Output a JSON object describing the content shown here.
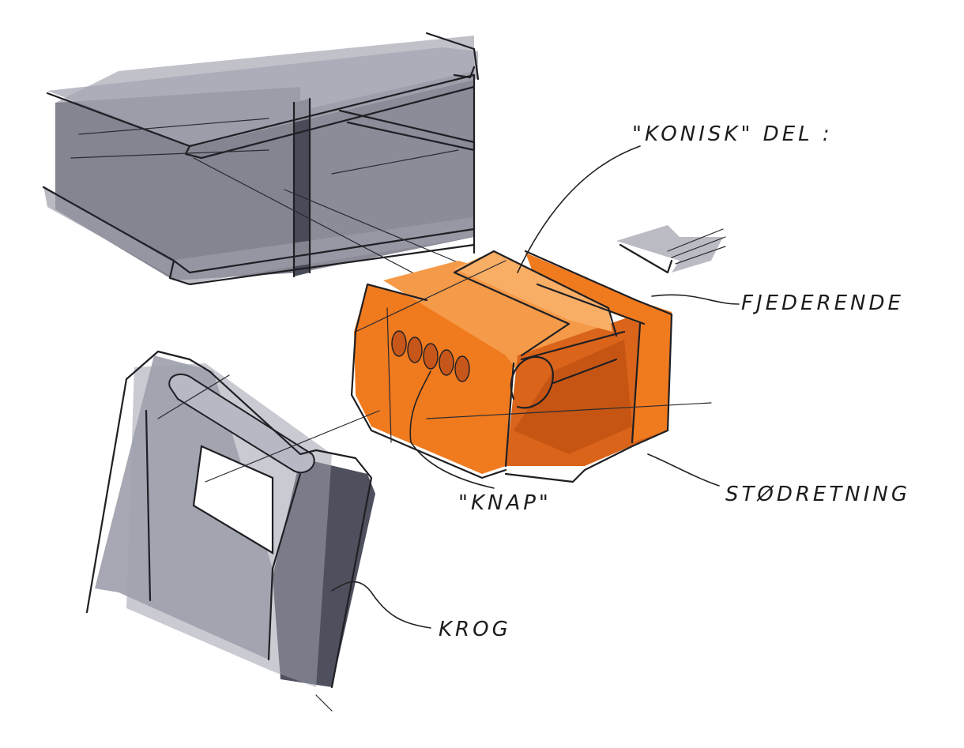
{
  "labels": {
    "konisk_del": "\"KONISK\" DEL :",
    "fjederende": "FJEDERENDE",
    "stoedretning": "STØDRETNING",
    "knap": "\"KNAP\"",
    "krog": "KROG"
  },
  "colors": {
    "background": "#ffffff",
    "profile_gray": "#6f707e",
    "profile_light": "#b9bac6",
    "clip_orange": "#f07a1e",
    "clip_dark": "#c6561a",
    "hook_gray": "#5f6070",
    "ink": "#1f1f24",
    "arrow_gray": "#a9aab4"
  }
}
